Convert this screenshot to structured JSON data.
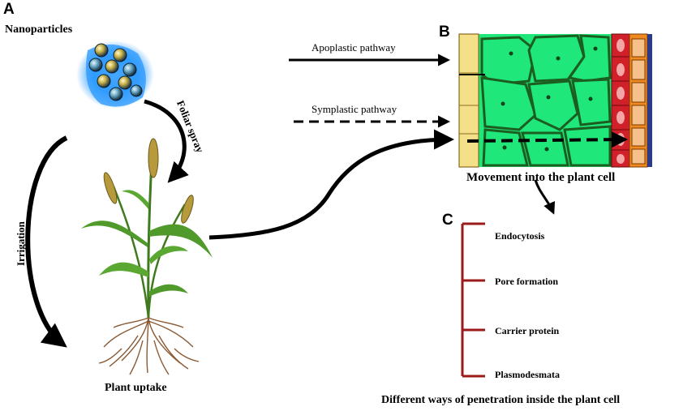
{
  "panels": {
    "a": "A",
    "b": "B",
    "c": "C"
  },
  "labels": {
    "nanoparticles": "Nanoparticles",
    "foliar_spray": "Foliar spray",
    "irrigation": "Irrigation",
    "plant_uptake": "Plant uptake",
    "apoplastic": "Apoplastic pathway",
    "symplastic": "Symplastic pathway",
    "movement": "Movement into the plant cell",
    "bottom_caption": "Different ways of penetration inside the plant cell"
  },
  "mechanisms": [
    "Endocytosis",
    "Pore formation",
    "Carrier protein",
    "Plasmodesmata"
  ],
  "colors": {
    "nanoparticle_glow": "#2e9bff",
    "nanoparticle_core": "#c8b24a",
    "cell_fill": "#1fe77a",
    "cell_wall": "#1b5e20",
    "bracket": "#9b1b1b",
    "yellow_cells": "#f5e08a",
    "red_cells": "#d0202a",
    "orange_cells": "#f08a20"
  }
}
